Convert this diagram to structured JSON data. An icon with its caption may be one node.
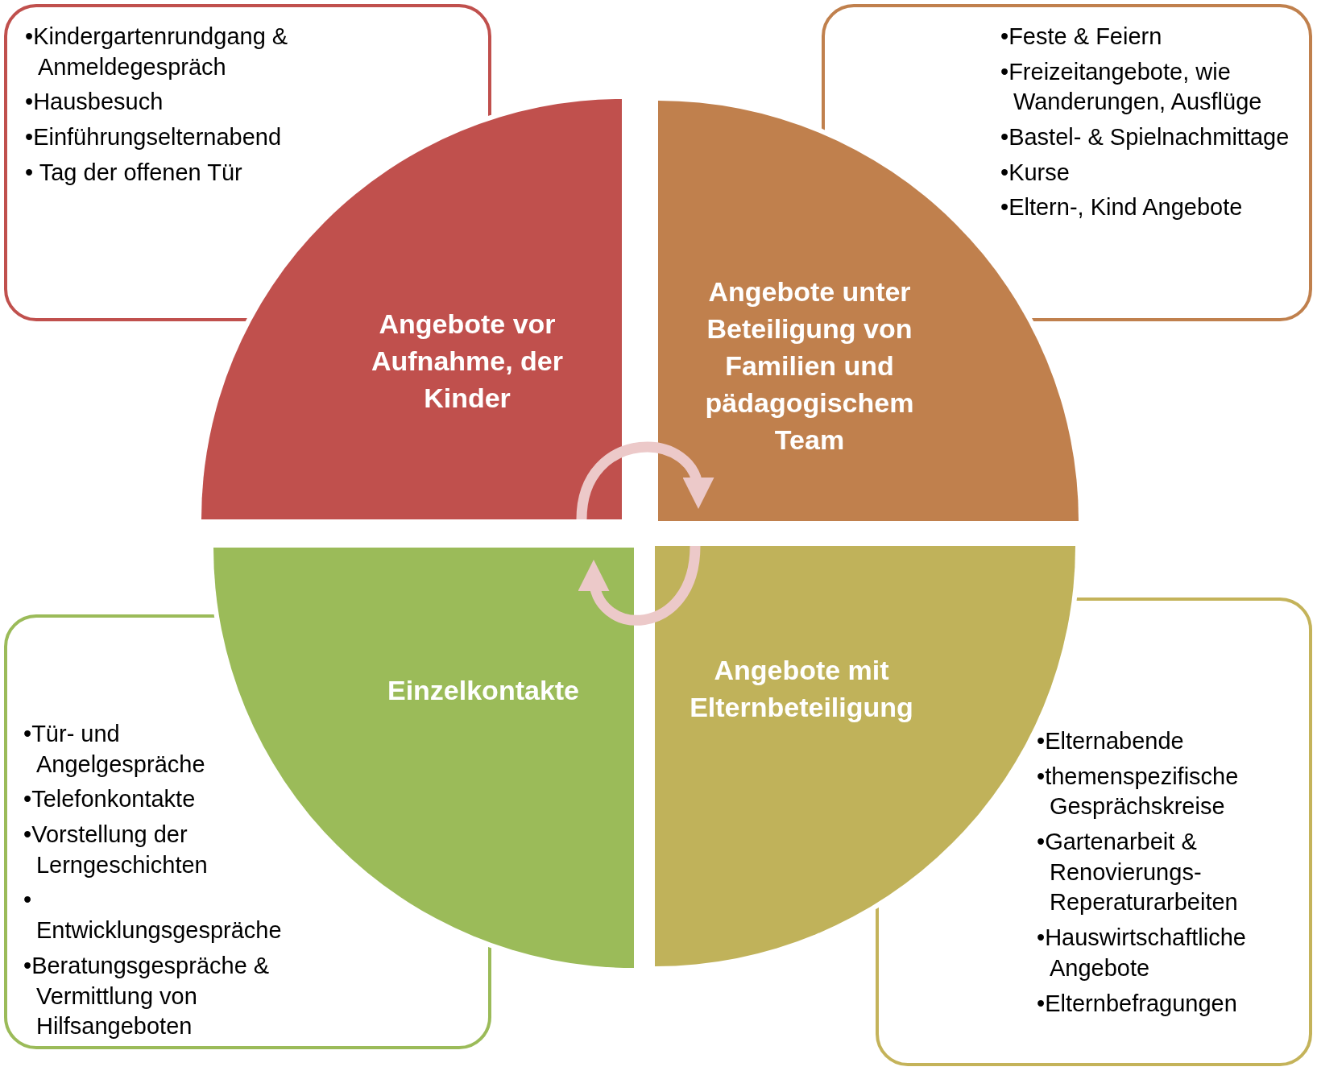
{
  "diagram": {
    "nodes": [
      {
        "text": [
          "•Kindergartenrundgang & Anmeldegespräch",
          "•Hausbesuch",
          "•Einführungselternabend",
          "• Tag der offenen Tür"
        ]
      },
      {
        "text": [
          "•Feste & Feiern",
          "•Freizeitangebote, wie Wanderungen, Ausflüge",
          "•Bastel- & Spielnachmittage",
          "•Kurse",
          "•Eltern-, Kind Angebote"
        ]
      },
      {
        "text": [
          "Angebote vor Aufnahme, der Kinder"
        ]
      },
      {
        "text": [
          "Angebote unter Beteiligung von Familien und pädagogischem Team"
        ]
      },
      {
        "text": [
          "Einzelkontakte"
        ]
      },
      {
        "text": [
          "Angebote mit Elternbeteiligung"
        ]
      },
      {
        "text": [
          "•Tür- und Angelgespräche",
          "•Telefonkontakte",
          "•Vorstellung der Lerngeschichten",
          "• Entwicklungsgespräche",
          "•Beratungsgespräche & Vermittlung von Hilfsangeboten"
        ]
      },
      {
        "text": [
          "•Elternabende",
          "•themenspezifische Gesprächskreise",
          "•Gartenarbeit & Renovierungs- Reperaturarbeiten",
          "•Hauswirtschaftliche Angebote",
          "•Elternbefragungen"
        ]
      }
    ],
    "edges": [
      {
        "from": 2,
        "to": 3,
        "arrow": "to"
      },
      {
        "from": 5,
        "to": 4,
        "arrow": "to"
      }
    ]
  }
}
